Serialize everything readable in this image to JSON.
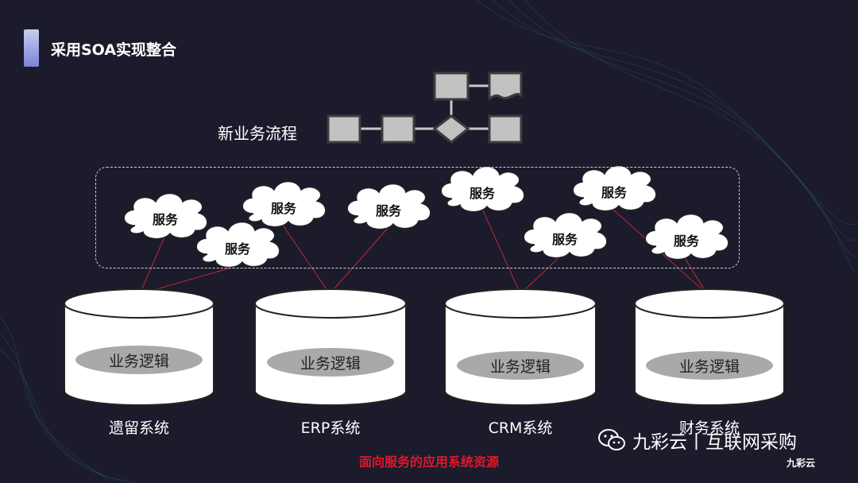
{
  "slide": {
    "title": "采用SOA实现整合",
    "flow_label": "新业务流程",
    "services": [
      {
        "label": "服务"
      },
      {
        "label": "服务"
      },
      {
        "label": "服务"
      },
      {
        "label": "服务"
      },
      {
        "label": "服务"
      },
      {
        "label": "服务"
      },
      {
        "label": "服务"
      },
      {
        "label": "服务"
      }
    ],
    "systems": [
      {
        "db_label": "业务逻辑",
        "name": "遗留系统"
      },
      {
        "db_label": "业务逻辑",
        "name": "ERP系统"
      },
      {
        "db_label": "业务逻辑",
        "name": "CRM系统"
      },
      {
        "db_label": "业务逻辑",
        "name": "财务系统"
      }
    ],
    "caption": "面向服务的应用系统资源",
    "caption_color": "#e0182b",
    "connector_color": "#c0283a"
  },
  "watermark": {
    "text": "九彩云丨互联网采购",
    "icon": "wechat-icon",
    "logo_text": "九彩云"
  }
}
